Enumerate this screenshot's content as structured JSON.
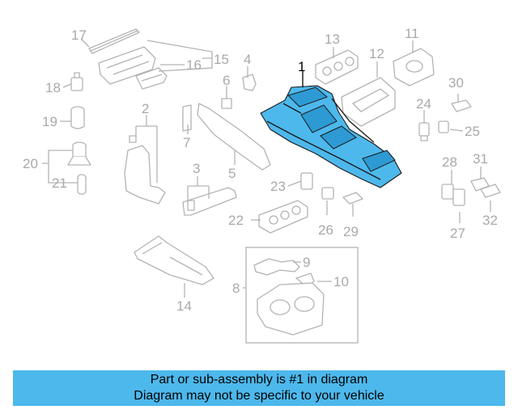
{
  "diagram": {
    "highlighted_part": "1",
    "highlight_color": "#4db8ec",
    "line_color": "#b3b3b3",
    "callouts": {
      "c1": "1",
      "c2": "2",
      "c3": "3",
      "c4": "4",
      "c5": "5",
      "c6": "6",
      "c7": "7",
      "c8": "8",
      "c9": "9",
      "c10": "10",
      "c11": "11",
      "c12": "12",
      "c13": "13",
      "c14": "14",
      "c15": "15",
      "c16": "16",
      "c17": "17",
      "c18": "18",
      "c19": "19",
      "c20": "20",
      "c21": "21",
      "c22": "22",
      "c23": "23",
      "c24": "24",
      "c25": "25",
      "c26": "26",
      "c27": "27",
      "c28": "28",
      "c29": "29",
      "c30": "30",
      "c31": "31",
      "c32": "32"
    }
  },
  "banner": {
    "line1": "Part or sub-assembly is #1 in diagram",
    "line2": "Diagram may not be specific to your vehicle",
    "color": "#4db8ec"
  }
}
